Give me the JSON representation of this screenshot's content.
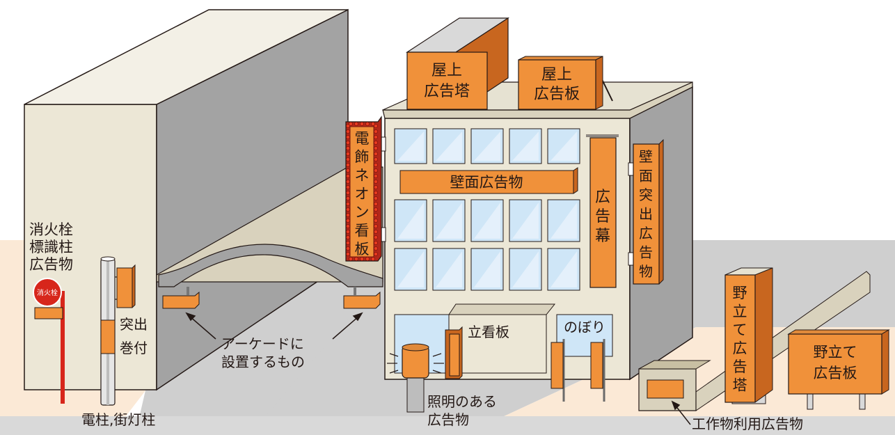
{
  "labels": {
    "shokasen_hyoshiki": [
      "消火栓",
      "標識柱",
      "広告物"
    ],
    "shokasen_sign": "消火栓",
    "tsukidashi": "突出",
    "makitsuke": "巻付",
    "denchu": "電柱,街灯柱",
    "arcade": [
      "アーケードに",
      "設置するもの"
    ],
    "shomei": [
      "照明のある",
      "広告物"
    ],
    "kosakubutsu": "工作物利用広告物"
  },
  "signs": {
    "okujo_koukokuto": [
      "屋上",
      "広告塔"
    ],
    "okujo_koukokuban": [
      "屋上",
      "広告板"
    ],
    "denshoku_neon": [
      "電",
      "飾",
      "ネ",
      "オ",
      "ン",
      "看",
      "板"
    ],
    "hekimen": "壁面広告物",
    "koukokumaku": [
      "広",
      "告",
      "幕"
    ],
    "hekimen_tsukidashi": [
      "壁",
      "面",
      "突",
      "出",
      "広",
      "告",
      "物"
    ],
    "tatekanban": "立看板",
    "nobori": "のぼり",
    "nodate_tou": [
      "野",
      "立",
      "て",
      "広",
      "告",
      "塔"
    ],
    "nodate_ban": [
      "野立て",
      "広告板"
    ]
  },
  "colors": {
    "sign_orange": "#f0913a",
    "sign_dark": "#c8661f",
    "wall_beige": "#ece7d6",
    "wall_gray": "#a3a3a3",
    "ground_gray": "#cfcfcf",
    "ground_peach": "#fbe9d6",
    "window_blue": "#cfe6f7",
    "pole_red": "#d7261b",
    "neon_red": "#b2271a",
    "bulb_red": "#e83a20"
  }
}
